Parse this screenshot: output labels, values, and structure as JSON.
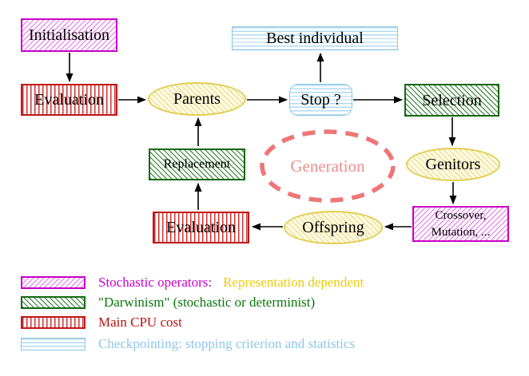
{
  "nodes": {
    "initialisation": "Initialisation",
    "evaluation_top": "Evaluation",
    "parents": "Parents",
    "best_individual": "Best individual",
    "stop": "Stop ?",
    "selection": "Selection",
    "genitors": "Genitors",
    "crossover_line1": "Crossover,",
    "crossover_line2": "Mutation, ...",
    "offspring": "Offspring",
    "evaluation_bottom": "Evaluation",
    "replacement": "Replacement",
    "generation": "Generation"
  },
  "legend": {
    "stochastic_label": "Stochastic operators:",
    "representation_label": "Representation dependent",
    "darwinism_label": "\"Darwinism\" (stochastic or determinist)",
    "cpu_label": "Main CPU cost",
    "checkpointing_label": "Checkpointing: stopping criterion and statistics"
  },
  "colors": {
    "magenta_border": "#c800c8",
    "green_border": "#156815",
    "red_border": "#c01818",
    "cyan_border": "#8cc6e6",
    "yellow_border": "#e2ce52",
    "magenta_text": "#cc00cc",
    "gold_text": "#eecb0a",
    "green_text": "#0a770a",
    "red_text": "#bb1111",
    "cyan_text": "#8fc6e8",
    "generation_stroke": "#ee7676",
    "generation_text": "#ee8f8f",
    "arrow": "#000000"
  }
}
